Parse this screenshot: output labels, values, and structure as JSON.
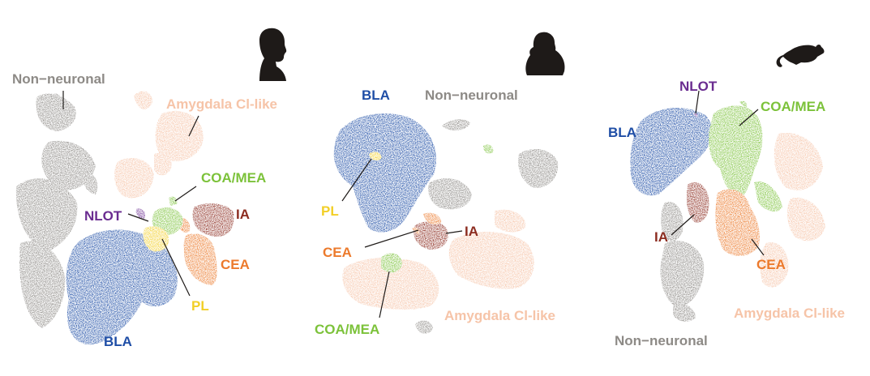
{
  "colors": {
    "non_neuronal": "#8d8a86",
    "amygdala_cl_like": "#f6c4a8",
    "coa_mea": "#7cc23a",
    "ia": "#8c2c20",
    "cea": "#ec7a2c",
    "pl": "#f2cf27",
    "bla": "#1f4ea6",
    "nlot": "#6a2c90",
    "silhouette": "#1e1a18"
  },
  "panels": [
    {
      "species_icon": "human-head-silhouette-icon",
      "labels": {
        "non_neuronal": "Non−neuronal",
        "amygdala_cl_like": "Amygdala Cl-like",
        "coa_mea": "COA/MEA",
        "nlot": "NLOT",
        "ia": "IA",
        "cea": "CEA",
        "pl": "PL",
        "bla": "BLA"
      }
    },
    {
      "species_icon": "monkey-silhouette-icon",
      "labels": {
        "bla": "BLA",
        "non_neuronal": "Non−neuronal",
        "pl": "PL",
        "cea": "CEA",
        "ia": "IA",
        "coa_mea": "COA/MEA",
        "amygdala_cl_like": "Amygdala Cl-like"
      }
    },
    {
      "species_icon": "mouse-silhouette-icon",
      "labels": {
        "nlot": "NLOT",
        "coa_mea": "COA/MEA",
        "bla": "BLA",
        "ia": "IA",
        "cea": "CEA",
        "amygdala_cl_like": "Amygdala Cl-like",
        "non_neuronal": "Non−neuronal"
      }
    }
  ]
}
